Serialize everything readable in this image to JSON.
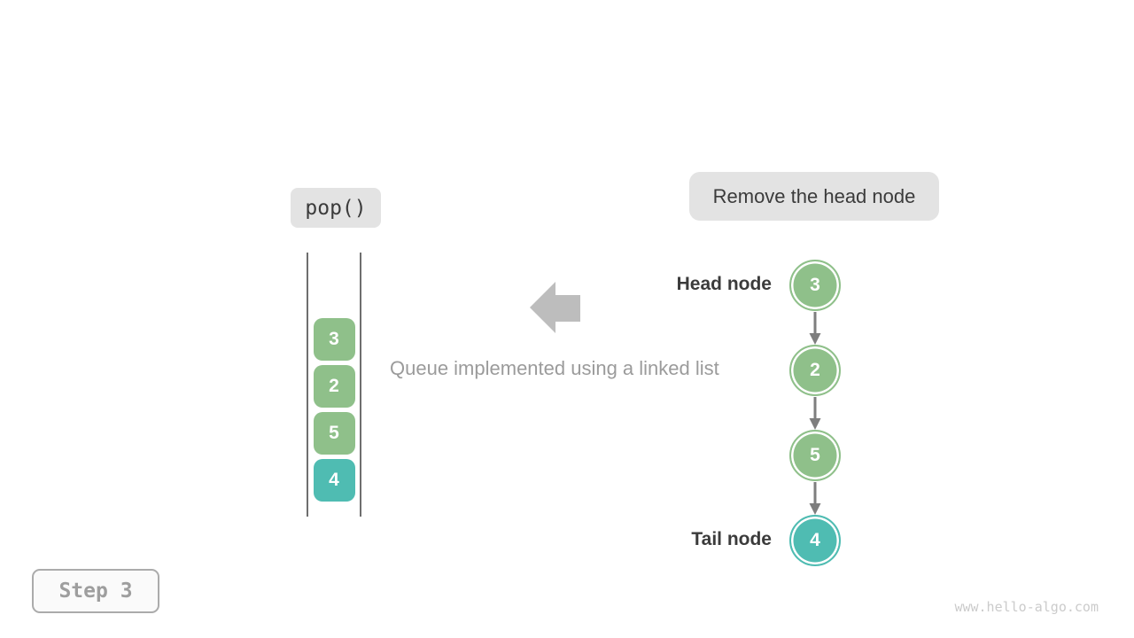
{
  "colors": {
    "green": "#8FC08A",
    "teal": "#4FBCB2",
    "badge-bg": "#E3E3E3",
    "dark-text": "#3B3B3B",
    "caption-gray": "#9B9B9B",
    "block-arrow": "#BDBDBD",
    "connector": "#7E7E7E",
    "stack-line": "#6E6E6E",
    "step-gray": "#9E9E9E",
    "watermark-gray": "#CBCBCB"
  },
  "operation": {
    "label": "pop()"
  },
  "annotation": {
    "label": "Remove the head node"
  },
  "caption": "Queue implemented using a linked list",
  "queue_stack": {
    "items": [
      {
        "value": "3"
      },
      {
        "value": "2"
      },
      {
        "value": "5"
      },
      {
        "value": "4"
      }
    ]
  },
  "linked_list": {
    "head_label": "Head node",
    "tail_label": "Tail node",
    "nodes": [
      {
        "value": "3",
        "role": "head"
      },
      {
        "value": "2",
        "role": ""
      },
      {
        "value": "5",
        "role": ""
      },
      {
        "value": "4",
        "role": "tail"
      }
    ]
  },
  "footer": {
    "step_label": "Step 3",
    "watermark": "www.hello-algo.com"
  }
}
